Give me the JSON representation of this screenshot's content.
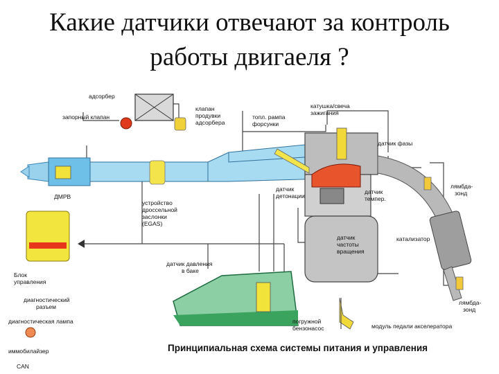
{
  "slide": {
    "title_line1": "Какие датчики отвечают за контроль",
    "title_line2": "работы двигаеля ?"
  },
  "diagram": {
    "caption": "Принципиальная схема системы питания и управления",
    "labels": {
      "adsorber": "адсорбер",
      "shutoff_valve": "запорный клапан",
      "purge_valve_1": "клапан",
      "purge_valve_2": "продувки",
      "purge_valve_3": "адсорбера",
      "injector_1": "топл. рампа",
      "injector_2": "форсунки",
      "coil_1": "катушка/свеча",
      "coil_2": "зажигания",
      "phase_sensor": "датчик фазы",
      "maf": "ДМРВ",
      "throttle_1": "устройство",
      "throttle_2": "дроссельной",
      "throttle_3": "заслонки",
      "throttle_4": "(EGAS)",
      "knock_1": "датчик",
      "knock_2": "детонации",
      "temp_1": "датчик",
      "temp_2": "темпер.",
      "lambda1_1": "лямбда-",
      "lambda1_2": "зонд",
      "catalyst": "катализатор",
      "speed_1": "датчик",
      "speed_2": "частоты",
      "speed_3": "вращения",
      "ecu_1": "Блок",
      "ecu_2": "управления",
      "tank_sensor_1": "датчик давления",
      "tank_sensor_2": "в баке",
      "diag_conn_1": "диагностический",
      "diag_conn_2": "разъем",
      "diag_lamp": "диагностическая лампа",
      "pump_1": "погружной",
      "pump_2": "бензонасос",
      "pedal": "модуль педали акселератора",
      "lambda2_1": "лямбда-",
      "lambda2_2": "зонд",
      "immobilizer": "иммобилайзер",
      "can": "CAN"
    }
  }
}
